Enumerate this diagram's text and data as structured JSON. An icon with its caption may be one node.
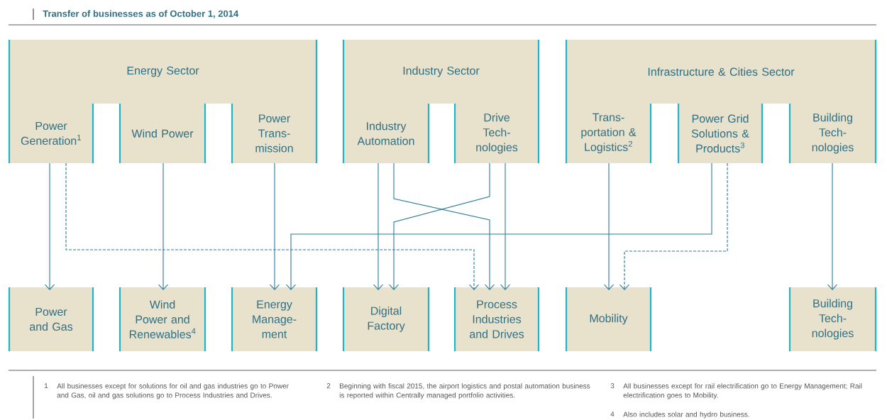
{
  "diagram": {
    "title": "Transfer of businesses as of October 1, 2014",
    "nodes": [
      {
        "text": [
          "Energy Sector"
        ]
      },
      {
        "text": [
          "Power Generation$^{1}$"
        ]
      },
      {
        "text": [
          "Wind Power"
        ]
      },
      {
        "text": [
          "Power Trans- mission"
        ]
      },
      {
        "text": [
          "Industry Sector"
        ]
      },
      {
        "text": [
          "Industry Automation"
        ]
      },
      {
        "text": [
          "Drive Tech- nologies"
        ]
      },
      {
        "text": [
          "Infrastructure & Cities Sector"
        ]
      },
      {
        "text": [
          "Trans- portation & Logistics$^{2}$"
        ]
      },
      {
        "text": [
          "Power Grid Solutions & Products$^{3}$"
        ]
      },
      {
        "text": [
          "Building Tech- nologies"
        ]
      },
      {
        "text": [
          "Power and Gas"
        ]
      },
      {
        "text": [
          "Wind Power and Renewables$^{4}$"
        ]
      },
      {
        "text": [
          "Energy Manage- ment"
        ]
      },
      {
        "text": [
          "Digital Factory"
        ]
      },
      {
        "text": [
          "Process Industries and Drives"
        ]
      },
      {
        "text": [
          "Mobility"
        ]
      },
      {
        "text": [
          "Building Tech- nologies"
        ]
      }
    ],
    "edges": [
      {
        "from": 1,
        "to": 11,
        "arrow": "to"
      },
      {
        "from": 1,
        "to": 15,
        "arrow": "to",
        "style": "dashed"
      },
      {
        "from": 2,
        "to": 12,
        "arrow": "to"
      },
      {
        "from": 3,
        "to": 13,
        "arrow": "to"
      },
      {
        "from": 9,
        "to": 13,
        "arrow": "to"
      },
      {
        "from": 5,
        "to": 14,
        "arrow": "to"
      },
      {
        "from": 5,
        "to": 15,
        "arrow": "to"
      },
      {
        "from": 6,
        "to": 14,
        "arrow": "to"
      },
      {
        "from": 6,
        "to": 15,
        "arrow": "to"
      },
      {
        "from": 8,
        "to": 16,
        "arrow": "to"
      },
      {
        "from": 9,
        "to": 16,
        "arrow": "to",
        "style": "dashed"
      },
      {
        "from": 10,
        "to": 17,
        "arrow": "to"
      }
    ],
    "labels": [
      "1",
      "All businesses except for solutions for oil and gas industries go to Power and Gas, oil and gas solutions go to Process Industries and Drives.",
      "2",
      "Beginning with fiscal 2015, the airport logistics and postal automation business is reported within Centrally managed portfolio activities.",
      "3",
      "All businesses except for rail electrification go to Energy Management; Rail electrification goes to Mobility.",
      "4",
      "Also includes solar and hydro business."
    ]
  }
}
